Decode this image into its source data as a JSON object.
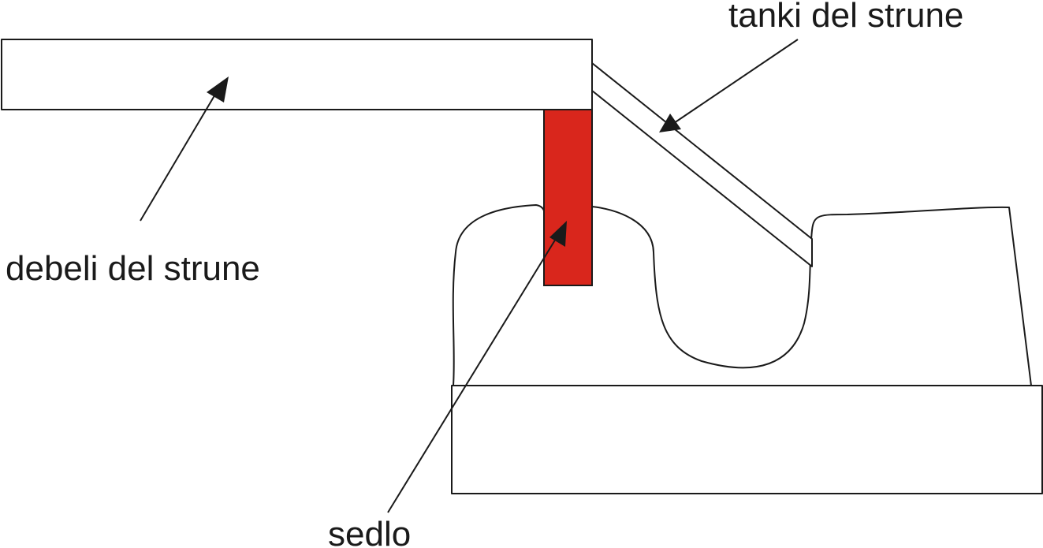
{
  "labels": {
    "thin_string": "tanki del strune",
    "thick_string": "debeli del strune",
    "saddle": "sedlo"
  },
  "colors": {
    "saddle": "#d9261c",
    "line": "#1a1a1a",
    "fill": "#ffffff"
  }
}
